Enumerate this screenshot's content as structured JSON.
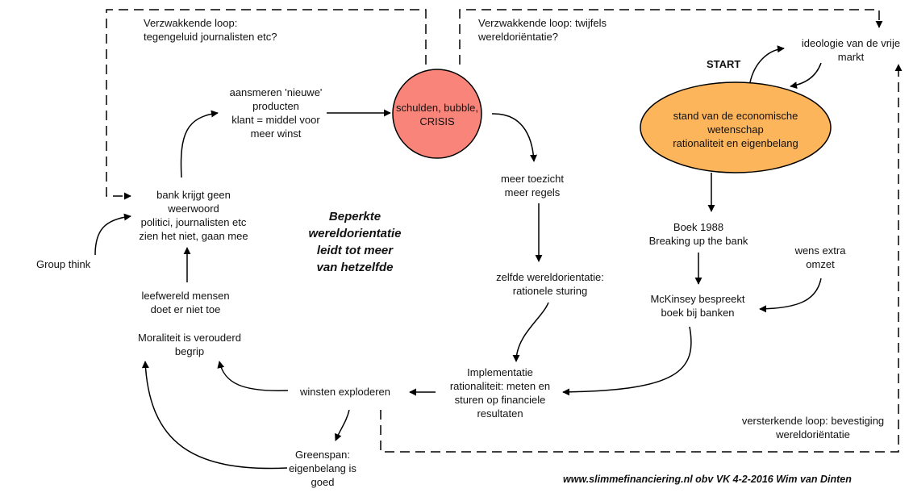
{
  "loops": {
    "top_left": [
      "Verzwakkende loop:",
      "tegengeluid journalisten etc?"
    ],
    "top_right": [
      "Verzwakkende loop: twijfels",
      "wereldoriëntatie?"
    ],
    "bottom_right": [
      "versterkende loop: bevestiging",
      "wereldoriëntatie"
    ]
  },
  "start_label": "START",
  "nodes": {
    "ideology": [
      "ideologie van de vrije",
      "markt"
    ],
    "economics": [
      "stand van de economische",
      "wetenschap",
      "rationaliteit en eigenbelang"
    ],
    "crisis": [
      "schulden, bubble,",
      "CRISIS"
    ],
    "smear": [
      "aansmeren 'nieuwe'",
      "producten",
      "klant = middel voor",
      "meer winst"
    ],
    "bank_no_answer": [
      "bank krijgt geen",
      "weerwoord",
      "politici, journalisten etc",
      "zien het niet, gaan mee"
    ],
    "group_think": [
      "Group think"
    ],
    "lifeworld": [
      "leefwereld mensen",
      "doet er niet toe"
    ],
    "morality": [
      "Moraliteit is verouderd",
      "begrip"
    ],
    "profits": [
      "winsten exploderen"
    ],
    "greenspan": [
      "Greenspan:",
      "eigenbelang is",
      "goed"
    ],
    "oversight": [
      "meer toezicht",
      "meer regels"
    ],
    "same_worldview": [
      "zelfde wereldorientatie:",
      "rationele sturing"
    ],
    "implementation": [
      "Implementatie",
      "rationaliteit: meten en",
      "sturen op financiele",
      "resultaten"
    ],
    "book": [
      "Boek 1988",
      "Breaking up the bank"
    ],
    "revenue_wish": [
      "wens extra",
      "omzet"
    ],
    "mckinsey": [
      "McKinsey bespreekt",
      "boek bij banken"
    ]
  },
  "center_title": [
    "Beperkte",
    "wereldorientatie",
    "leidt tot meer",
    "van hetzelfde"
  ],
  "credit": "www.slimmefinanciering.nl obv VK 4-2-2016 Wim van Dinten",
  "colors": {
    "crisis_fill": "#f9857a",
    "economics_fill": "#fdb55c",
    "stroke": "#000000"
  }
}
